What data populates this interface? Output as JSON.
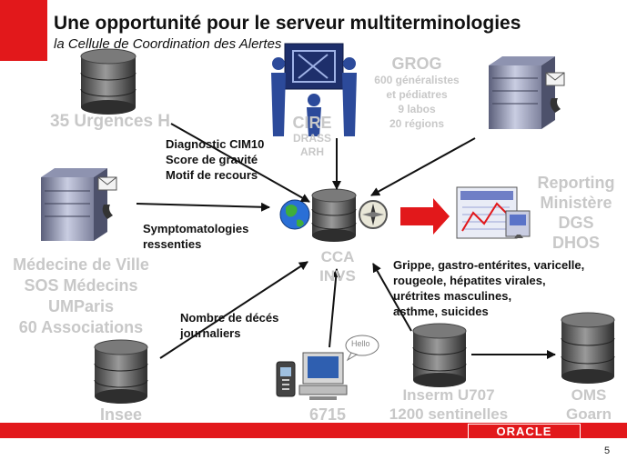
{
  "header": {
    "title": "Une opportunité pour le serveur  multiterminologies",
    "subtitle": "la Cellule de Coordination des Alertes"
  },
  "nodes": {
    "urgences": "35 Urgences H",
    "cire": [
      "CIRE",
      "DRASS",
      "ARH"
    ],
    "grog": [
      "GROG",
      "600 généralistes",
      "et pédiatres",
      "9 labos",
      "20 régions"
    ],
    "reporting": [
      "Reporting",
      "Ministère",
      "DGS",
      "DHOS"
    ],
    "medecine": [
      "Médecine de Ville",
      "SOS Médecins",
      "UMParis",
      "60 Associations"
    ],
    "cca": [
      "CCA",
      "INVS"
    ],
    "insee": "Insee",
    "phone": "6715",
    "inserm": [
      "Inserm U707",
      "1200 sentinelles"
    ],
    "oms": [
      "OMS",
      "Goarn"
    ]
  },
  "annotations": {
    "urgences": [
      "Diagnostic CIM10",
      "Score de gravité",
      "Motif de recours"
    ],
    "medecine": [
      "Symptomatologies",
      "ressenties"
    ],
    "insee": [
      "Nombre de décés",
      "journaliers"
    ],
    "diseases": [
      "Grippe, gastro-entérites, varicelle,",
      "rougeole, hépatites virales,",
      "urétrites masculines,",
      "asthme, suicides"
    ]
  },
  "bubble_text": "Hello",
  "footer": {
    "logo": "ORACLE",
    "page_number": "5"
  },
  "colors": {
    "accent": "#e2181b",
    "faded_label": "#c8c8c8"
  }
}
